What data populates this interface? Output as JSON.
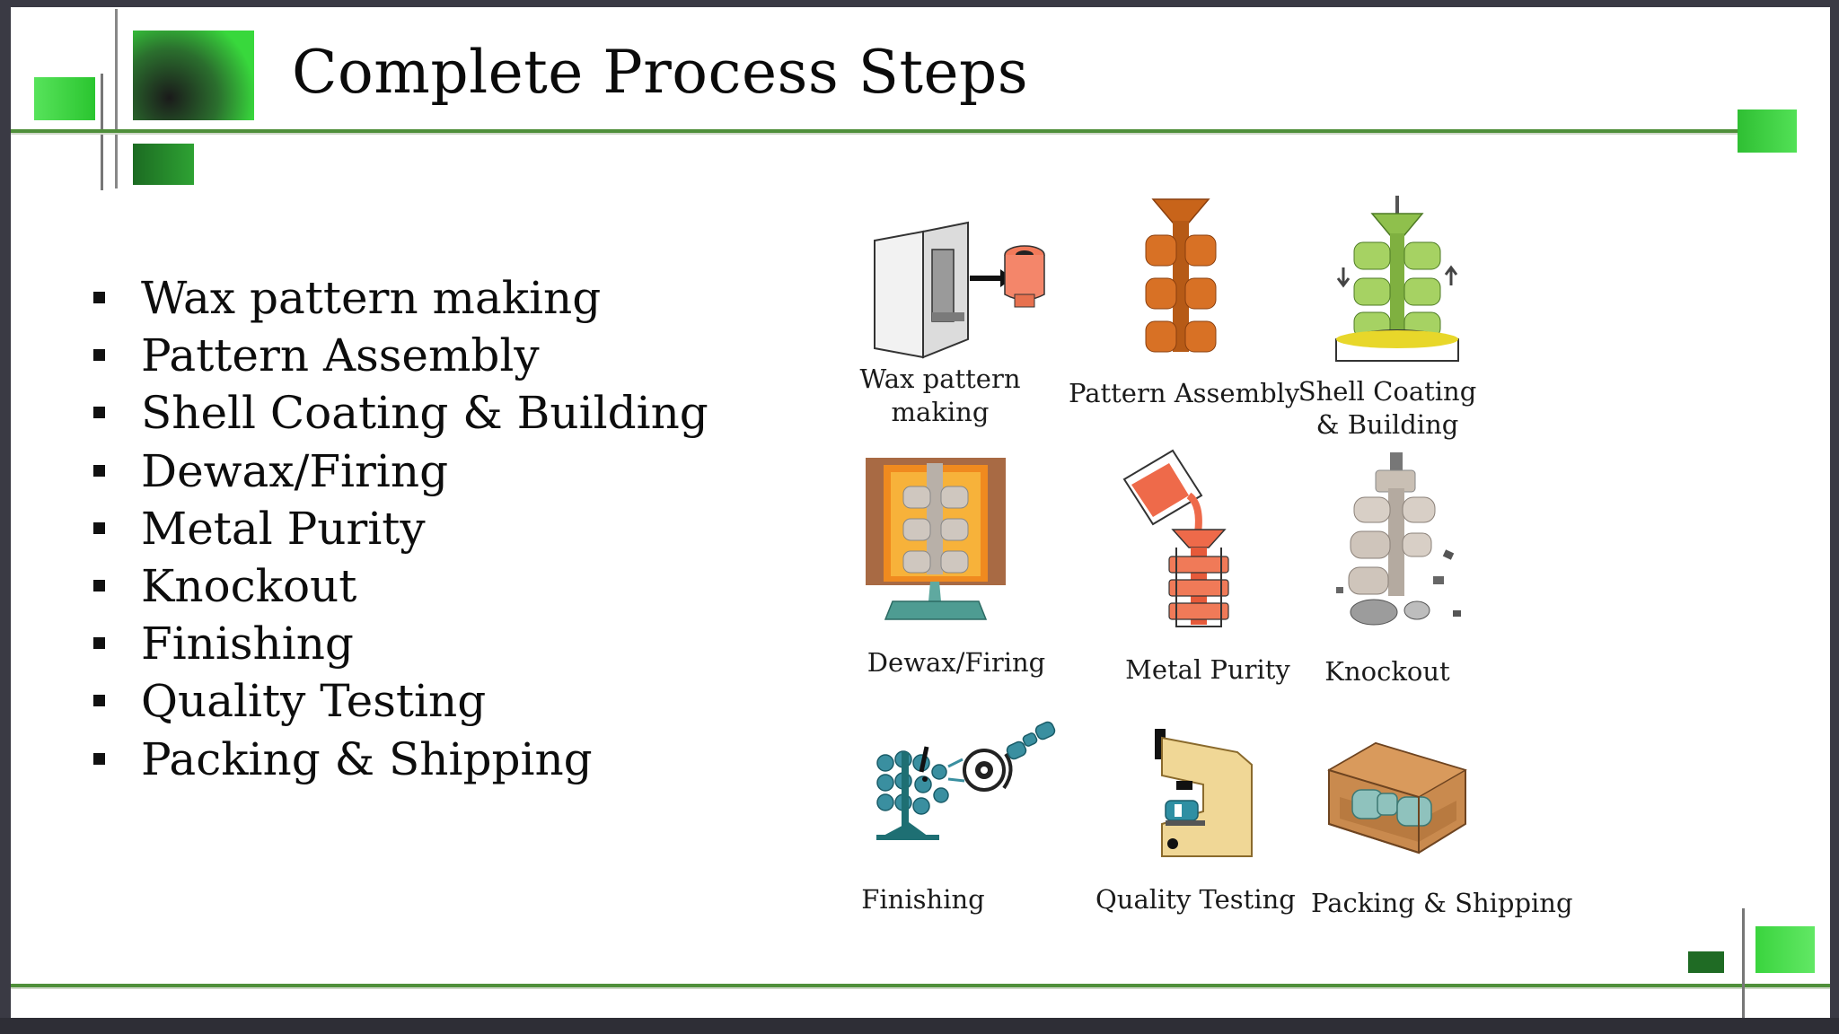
{
  "slide": {
    "title": "Complete Process Steps",
    "bullets": [
      "Wax pattern making",
      "Pattern Assembly",
      "Shell Coating & Building",
      "Dewax/Firing",
      "Metal Purity",
      "Knockout",
      "Finishing",
      "Quality Testing",
      "Packing & Shipping"
    ]
  },
  "figure": {
    "captions": {
      "wax_line1": "Wax pattern",
      "wax_line2": "making",
      "assembly": "Pattern Assembly",
      "shell_line1": "Shell Coating",
      "shell_line2": "& Building",
      "dewax": "Dewax/Firing",
      "metal": "Metal Purity",
      "knockout": "Knockout",
      "finishing": "Finishing",
      "quality": "Quality Testing",
      "packing": "Packing & Shipping"
    },
    "icons": [
      "wax-die-icon",
      "pattern-tree-icon",
      "shell-dip-icon",
      "dewax-furnace-icon",
      "metal-pour-icon",
      "knockout-icon",
      "finishing-grinder-icon",
      "hardness-tester-icon",
      "shipping-box-icon"
    ]
  },
  "colors": {
    "accent_green": "#35d33a",
    "dark_green": "#1f6b24",
    "rule_green": "#4f8f3a",
    "wax_orange": "#c8641a",
    "ceramic_beige": "#c9bfb4",
    "shell_green": "#9fcc59",
    "metal_red": "#e85a3a",
    "teal": "#1e6f73",
    "cardboard": "#c98a4e"
  }
}
